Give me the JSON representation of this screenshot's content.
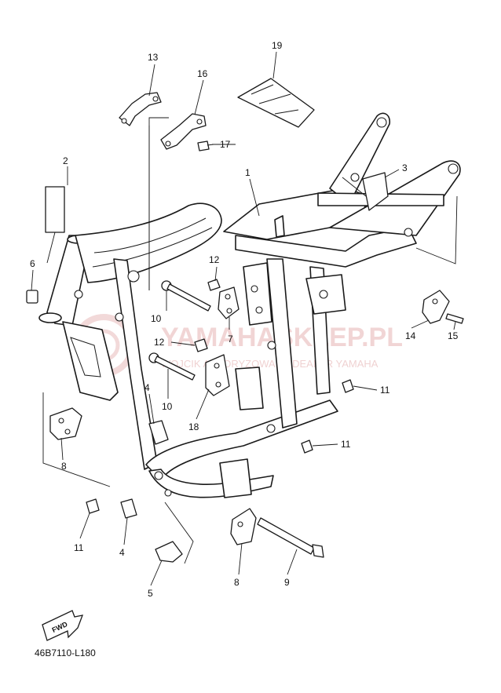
{
  "diagram_code": "46B7110-L180",
  "fwd_label": "FWD",
  "watermark": {
    "brand": "YAMAHASKLEP.PL",
    "tagline": "WOJCIK AUTORYZOWANY DEALER YAMAHA"
  },
  "callouts": [
    {
      "id": "c1",
      "label": "1"
    },
    {
      "id": "c2",
      "label": "2"
    },
    {
      "id": "c3",
      "label": "3"
    },
    {
      "id": "c4a",
      "label": "4"
    },
    {
      "id": "c4b",
      "label": "4"
    },
    {
      "id": "c5",
      "label": "5"
    },
    {
      "id": "c6",
      "label": "6"
    },
    {
      "id": "c7",
      "label": "7"
    },
    {
      "id": "c8a",
      "label": "8"
    },
    {
      "id": "c8b",
      "label": "8"
    },
    {
      "id": "c9",
      "label": "9"
    },
    {
      "id": "c10a",
      "label": "10"
    },
    {
      "id": "c10b",
      "label": "10"
    },
    {
      "id": "c11a",
      "label": "11"
    },
    {
      "id": "c11b",
      "label": "11"
    },
    {
      "id": "c11c",
      "label": "11"
    },
    {
      "id": "c12a",
      "label": "12"
    },
    {
      "id": "c12b",
      "label": "12"
    },
    {
      "id": "c13",
      "label": "13"
    },
    {
      "id": "c14",
      "label": "14"
    },
    {
      "id": "c15",
      "label": "15"
    },
    {
      "id": "c16",
      "label": "16"
    },
    {
      "id": "c17",
      "label": "17"
    },
    {
      "id": "c18",
      "label": "18"
    },
    {
      "id": "c19",
      "label": "19"
    }
  ],
  "colors": {
    "line": "#1a1a1a",
    "watermark": "#e6b3b3"
  }
}
